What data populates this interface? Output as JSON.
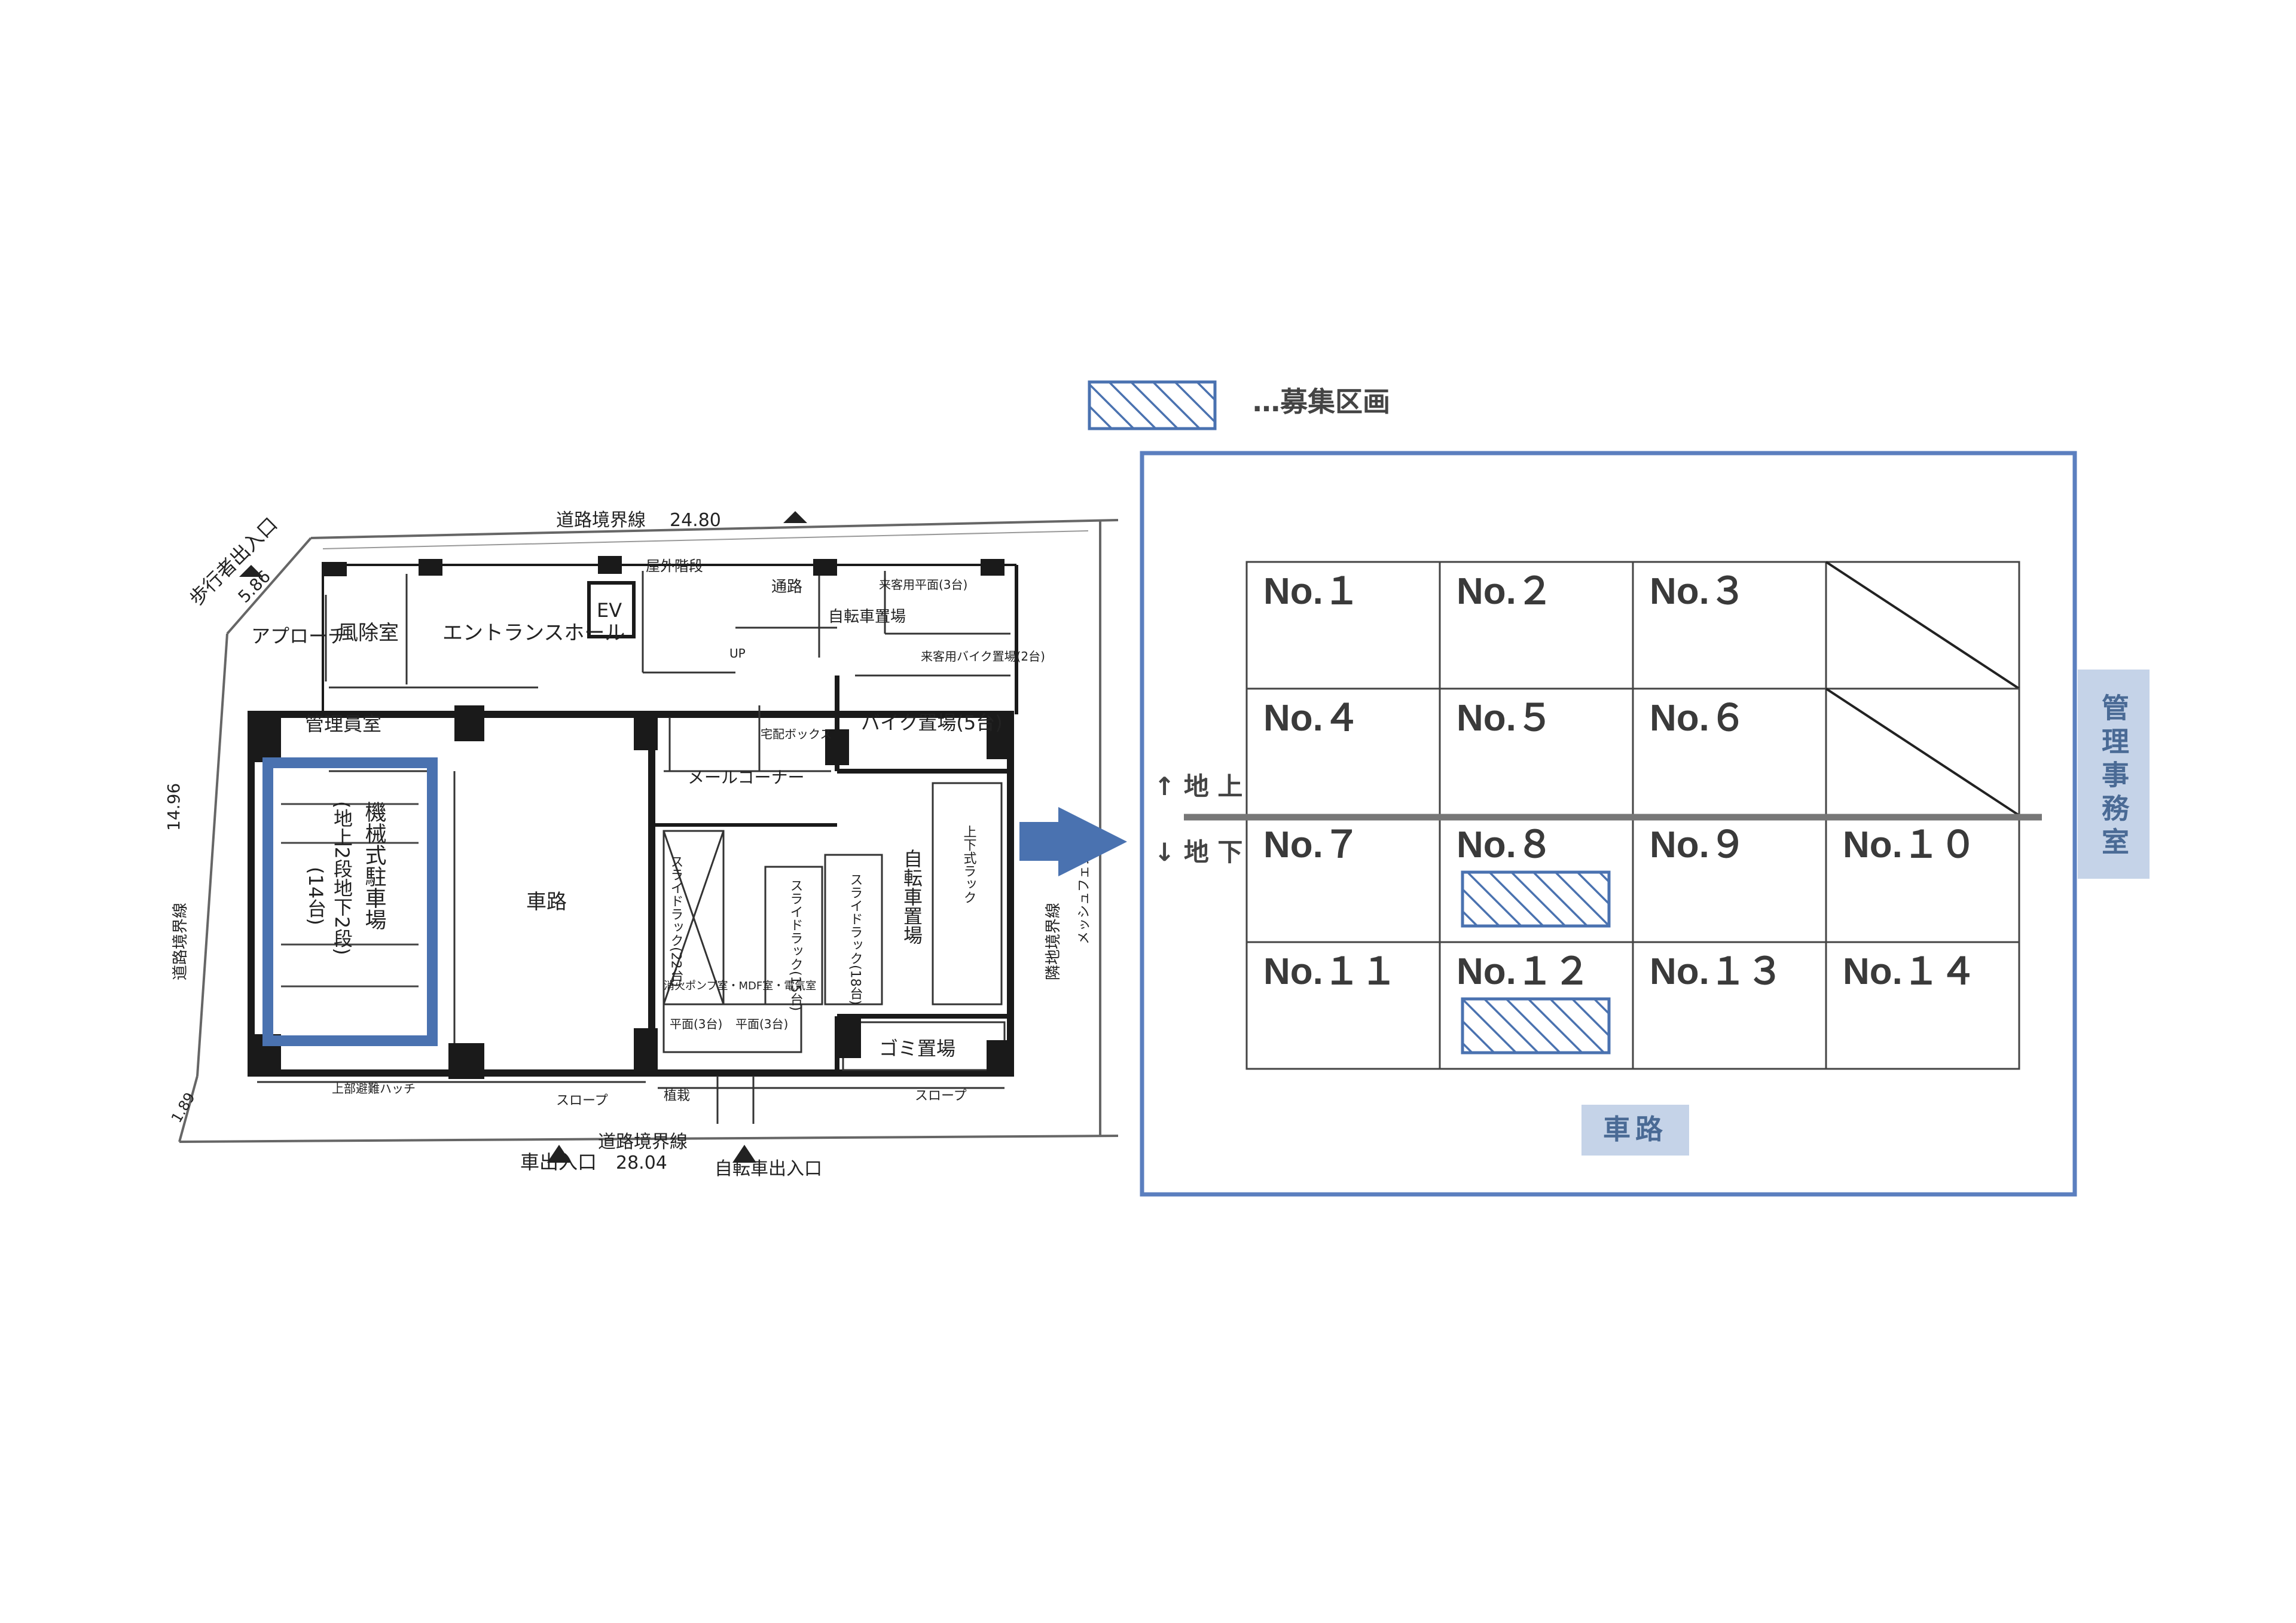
{
  "legend": {
    "label": "…募集区画",
    "hatch_color": "#4a72b0",
    "border_color": "#4a72b0"
  },
  "parking": {
    "spaces": [
      {
        "label": "No.１",
        "recruiting": false
      },
      {
        "label": "No.２",
        "recruiting": false
      },
      {
        "label": "No.３",
        "recruiting": false
      },
      {
        "label": "",
        "recruiting": false
      },
      {
        "label": "No.４",
        "recruiting": false
      },
      {
        "label": "No.５",
        "recruiting": false
      },
      {
        "label": "No.６",
        "recruiting": false
      },
      {
        "label": "",
        "recruiting": false
      },
      {
        "label": "No.７",
        "recruiting": false
      },
      {
        "label": "No.８",
        "recruiting": true
      },
      {
        "label": "No.９",
        "recruiting": false
      },
      {
        "label": "No.１０",
        "recruiting": false
      },
      {
        "label": "No.１１",
        "recruiting": false
      },
      {
        "label": "No.１２",
        "recruiting": true
      },
      {
        "label": "No.１３",
        "recruiting": false
      },
      {
        "label": "No.１４",
        "recruiting": false
      }
    ],
    "above_label": "↑ 地 上",
    "below_label": "↓ 地 下",
    "road_label": "車路",
    "office_label": "管理事務室",
    "box_color": "#5b7fbf",
    "tag_bg": "#c5d3e8"
  },
  "floorplan": {
    "labels": {
      "road_boundary_top": "道路境界線",
      "top_length": "24.80",
      "pedestrian_entrance": "歩行者出入口",
      "dim_586": "5.86",
      "approach": "アプローチ",
      "windbreak": "風除室",
      "entrance_hall": "エントランスホール",
      "ev": "EV",
      "outdoor_stairs": "屋外階段",
      "passage": "通路",
      "bicycle_parking_top": "自転車置場",
      "guest_flat": "来客用平面(3台)",
      "guest_bike": "来客用バイク置場(2台)",
      "manager_room": "管理員室",
      "bike_parking": "バイク置場(5台)",
      "mail_corner": "メールコーナー",
      "delivery_box": "宅配ボックス",
      "mechanical_parking": "機械式駐車場",
      "mech_detail": "(地上2段地下2段)",
      "mech_count": "(14台)",
      "roadway": "車路",
      "slide_rack_22": "スライドラック(22台)",
      "slide_rack_15": "スライドラック(15台)",
      "slide_rack_18": "スライドラック(18台)",
      "bicycle_parking": "自転車置場",
      "two_tier_rack": "上下式ラック",
      "flat_3a": "平面(3台)",
      "flat_3b": "平面(3台)",
      "garbage": "ゴミ置場",
      "pump_room": "消火ポンプ室・MDF室・電気室",
      "slope_a": "スロープ",
      "slope_b": "スロープ",
      "planting": "植栽",
      "hatch": "上部避難ハッチ",
      "road_boundary_bottom": "道路境界線",
      "bottom_length": "28.04",
      "car_entrance": "車出入口",
      "bicycle_entrance": "自転車出入口",
      "side_length": "14.96",
      "road_boundary_left": "道路境界線",
      "neighbor_boundary": "隣地境界線",
      "dim_189": "1.89",
      "mesh_fence": "メッシュフェンス",
      "up": "UP"
    }
  }
}
